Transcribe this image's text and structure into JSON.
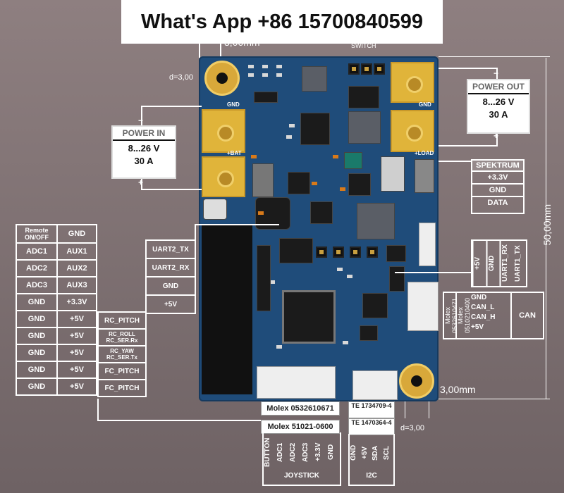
{
  "banner": "What's App +86 15700840599",
  "dims": {
    "top": "3,00mm",
    "left_d": "d=3,00",
    "right_height": "50,00mm",
    "bottom_right": "3,00mm",
    "bottom_d": "d=3,00",
    "switch": "SWITCH"
  },
  "power_in": {
    "header": "POWER IN",
    "voltage": "8...26 V",
    "current": "30 A",
    "minus": "−",
    "plus": "+"
  },
  "power_out": {
    "header": "POWER OUT",
    "voltage": "8...26 V",
    "current": "30 A",
    "minus": "−",
    "plus": "+"
  },
  "silk": {
    "gnd1": "GND",
    "bat": "+BAT",
    "gnd2": "GND",
    "load": "+LOAD"
  },
  "spektrum": {
    "header": "SPEKTRUM",
    "rows": [
      "+3.3V",
      "GND",
      "DATA"
    ]
  },
  "left_table": {
    "rows": [
      [
        "Remote ON/OFF",
        "GND"
      ],
      [
        "ADC1",
        "AUX1"
      ],
      [
        "ADC2",
        "AUX2"
      ],
      [
        "ADC3",
        "AUX3"
      ],
      [
        "GND",
        "+3.3V"
      ],
      [
        "GND",
        "+5V"
      ],
      [
        "GND",
        "+5V"
      ],
      [
        "GND",
        "+5V"
      ],
      [
        "GND",
        "+5V"
      ],
      [
        "GND",
        "+5V"
      ]
    ]
  },
  "rc_labels": [
    "RC_PITCH",
    "RC_ROLL\nRC_SER.Rx",
    "RC_YAW\nRC_SER.Tx",
    "FC_PITCH",
    "FC_PITCH"
  ],
  "uart2": [
    "UART2_TX",
    "UART2_RX",
    "GND",
    "+5V"
  ],
  "uart1": [
    "+5V",
    "GND",
    "UART1_RX",
    "UART1_TX"
  ],
  "can": {
    "molex1": "Molex 0532610471",
    "molex2": "Molex 0510210400",
    "pins": [
      "GND",
      "CAN_L",
      "CAN_H",
      "+5V"
    ],
    "label": "CAN"
  },
  "joystick": {
    "molex_top": "Molex 0532610671",
    "molex_bottom": "Molex 51021-0600",
    "pins": [
      "BUTTON",
      "ADC1",
      "ADC2",
      "ADC3",
      "+3.3V",
      "GND"
    ],
    "label": "JOYSTICK"
  },
  "i2c": {
    "te_top": "TE 1734709-4",
    "te_bottom": "TE 1470364-4",
    "pins": [
      "GND",
      "+5V",
      "SDA",
      "SCL"
    ],
    "label": "I2C"
  },
  "colors": {
    "board": "#1f4c7a",
    "pad": "#e0b43a",
    "background": "#7d6f71"
  }
}
